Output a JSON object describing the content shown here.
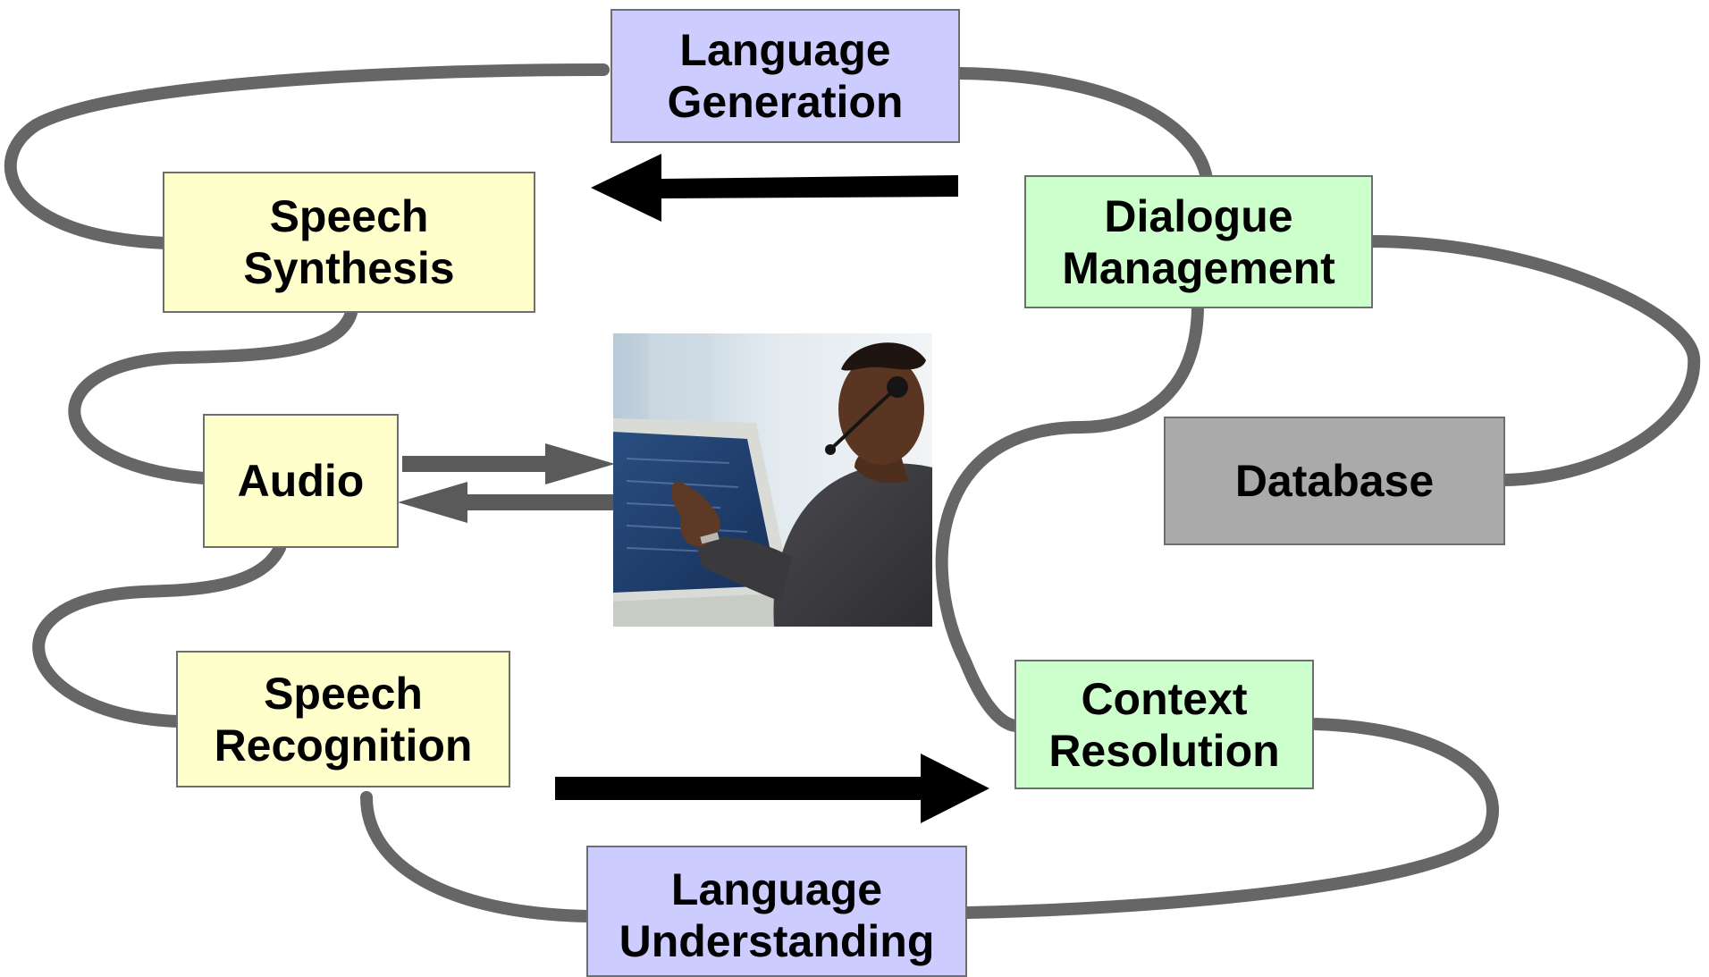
{
  "diagram": {
    "nodes": {
      "language_generation": {
        "line1": "Language",
        "line2": "Generation",
        "color": "#ccccff"
      },
      "speech_synthesis": {
        "line1": "Speech",
        "line2": "Synthesis",
        "color": "#ffffcc"
      },
      "dialogue_management": {
        "line1": "Dialogue",
        "line2": "Management",
        "color": "#ccffcc"
      },
      "audio": {
        "label": "Audio",
        "color": "#ffffcc"
      },
      "database": {
        "label": "Database",
        "color": "#aaaaaa"
      },
      "speech_recognition": {
        "line1": "Speech",
        "line2": "Recognition",
        "color": "#ffffcc"
      },
      "context_resolution": {
        "line1": "Context",
        "line2": "Resolution",
        "color": "#ccffcc"
      },
      "language_understanding": {
        "line1": "Language",
        "line2": "Understanding",
        "color": "#ccccff"
      }
    },
    "photo": {
      "subject": "man-with-headset-at-computer"
    },
    "colors": {
      "connector": "#666666",
      "arrow": "#000000"
    }
  }
}
